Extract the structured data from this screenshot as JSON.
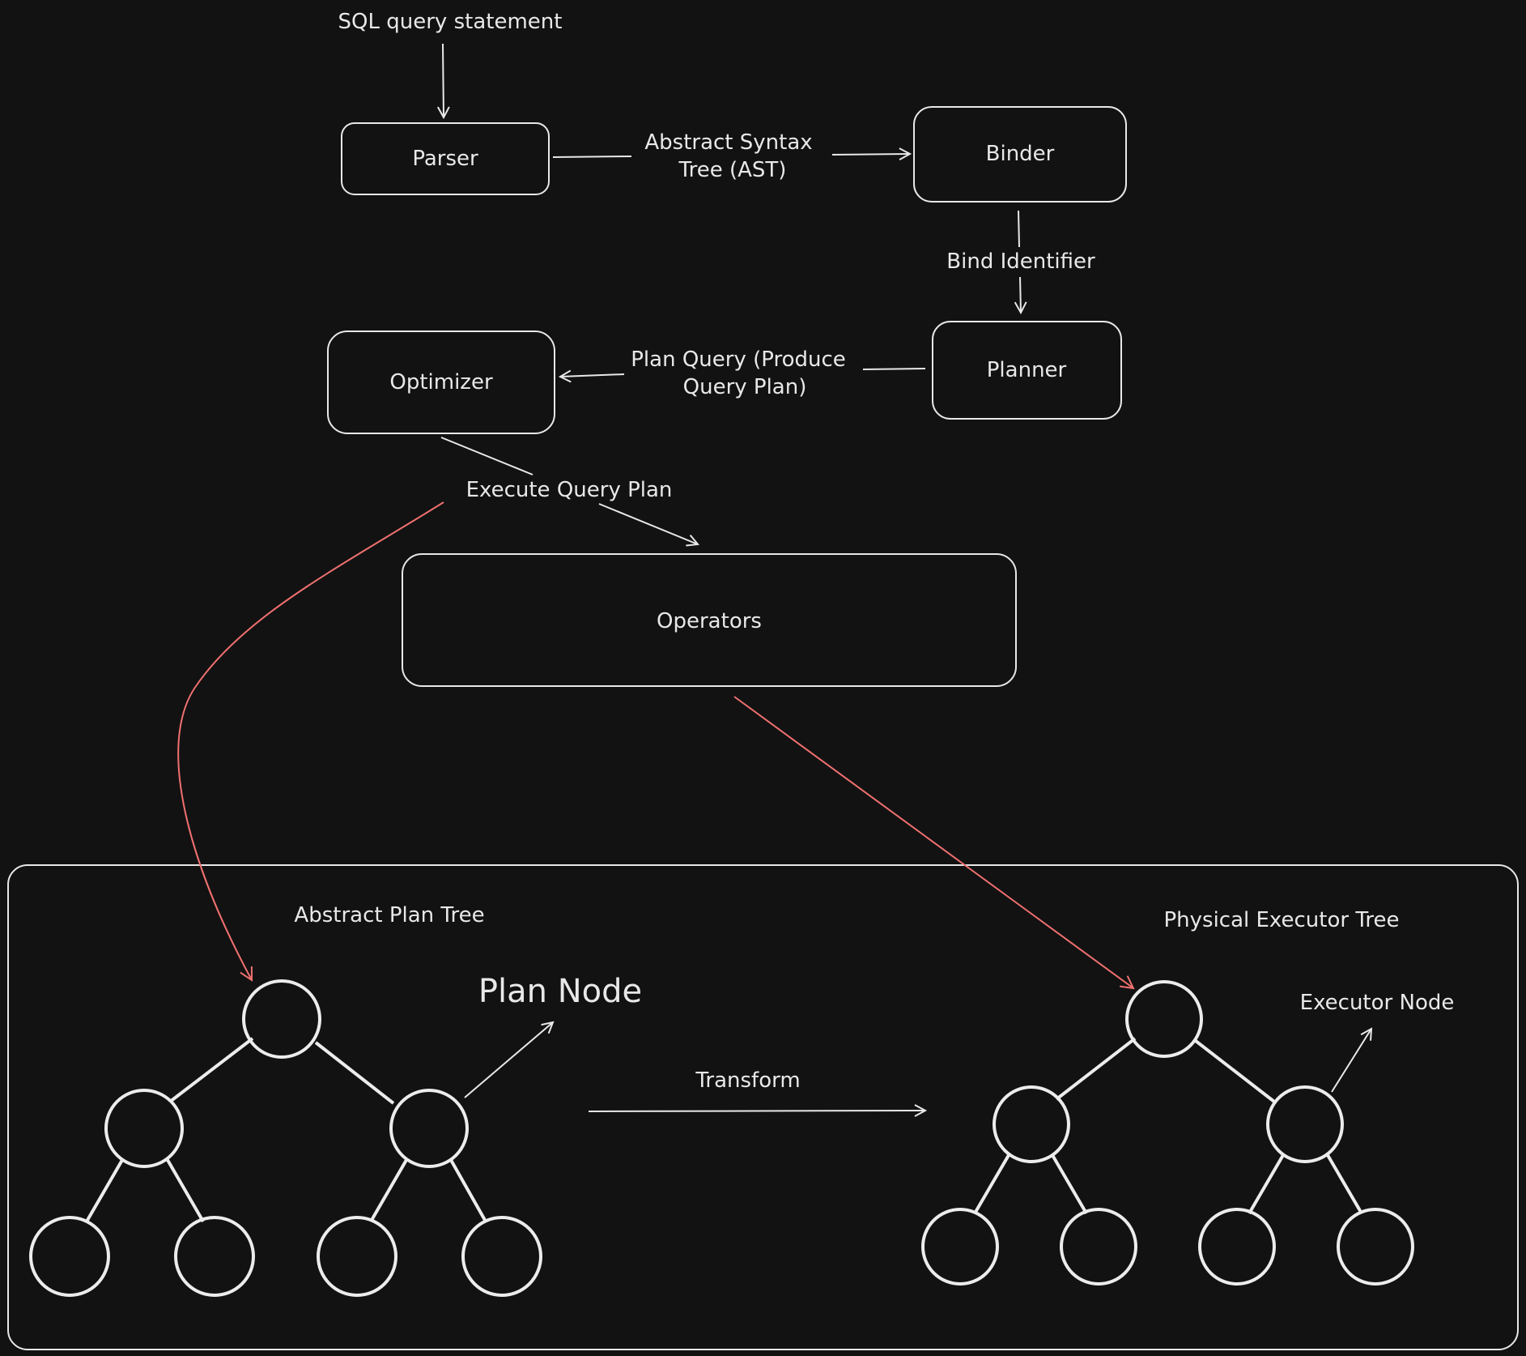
{
  "labels": {
    "input": "SQL query statement",
    "parser": "Parser",
    "binder": "Binder",
    "planner": "Planner",
    "optimizer": "Optimizer",
    "operators": "Operators",
    "ast_line1": "Abstract Syntax",
    "ast_line2": "Tree (AST)",
    "bind_identifier": "Bind Identifier",
    "plan_query_line1": "Plan Query (Produce",
    "plan_query_line2": "Query Plan)",
    "execute_query_plan": "Execute Query Plan",
    "abstract_plan_tree": "Abstract Plan Tree",
    "physical_executor_tree": "Physical Executor Tree",
    "plan_node": "Plan Node",
    "executor_node": "Executor Node",
    "transform": "Transform"
  },
  "colors": {
    "background": "#121212",
    "stroke": "#e8e8e8",
    "accent": "#f07070"
  }
}
